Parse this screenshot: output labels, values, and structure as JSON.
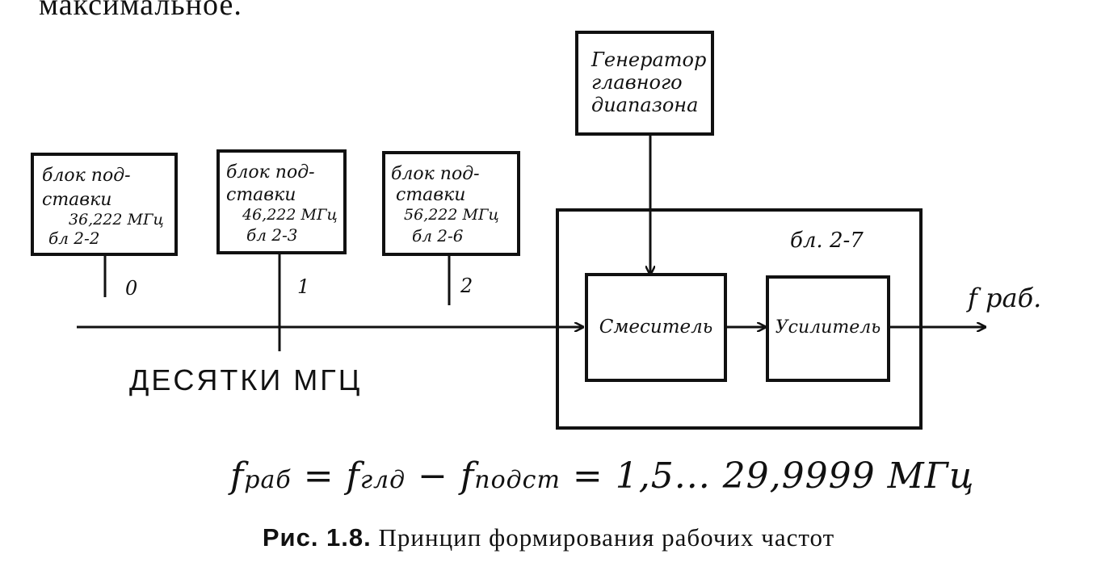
{
  "page": {
    "top_text": "максимальное."
  },
  "generator": {
    "lines": [
      "Генератор",
      "главного",
      "диапазона"
    ]
  },
  "blocks": [
    {
      "lines": [
        "блок под-",
        "ставки",
        "36,222 МГц",
        "бл 2-2"
      ],
      "tap_label": "0"
    },
    {
      "lines": [
        "блок под-",
        "ставки",
        "46,222 МГц",
        "бл 2-3"
      ],
      "tap_label": "1"
    },
    {
      "lines": [
        "блок под-",
        "ставки",
        "56,222 МГц",
        "бл 2-6"
      ],
      "tap_label": "2"
    }
  ],
  "unit": {
    "label": "бл. 2-7",
    "mixer": "Смеситель",
    "amplifier": "Усилитель"
  },
  "output_label": "f раб.",
  "bus_label": "ДЕСЯТКИ МГЦ",
  "formula": {
    "f1": "f",
    "s1": "раб",
    "eq1": " = ",
    "f2": "f",
    "s2": "глд",
    "minus": " − ",
    "f3": "f",
    "s3": "подст",
    "eq2": " = ",
    "range": "1,5... 29,9999 МГц"
  },
  "caption": {
    "fig": "Рис. 1.8.",
    "text": "Принцип формирования рабочих частот"
  }
}
